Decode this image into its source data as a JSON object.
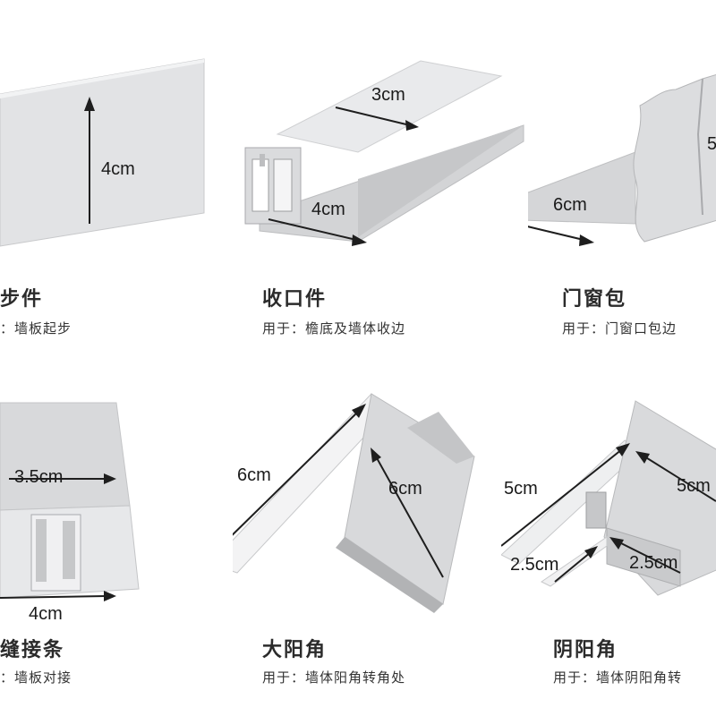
{
  "products": [
    {
      "id": "qibu",
      "title": "步件",
      "desc": "：墙板起步",
      "dims": [
        "4cm"
      ]
    },
    {
      "id": "shoukou",
      "title": "收口件",
      "desc": "用于：檐底及墙体收边",
      "dims": [
        "3cm",
        "4cm"
      ]
    },
    {
      "id": "menchuang",
      "title": "门窗包",
      "desc": "用于：门窗口包边",
      "dims": [
        "6cm",
        "5"
      ]
    },
    {
      "id": "fengjie",
      "title": "缝接条",
      "desc": "：墙板对接",
      "dims": [
        "3.5cm",
        "4cm"
      ]
    },
    {
      "id": "dayang",
      "title": "大阳角",
      "desc": "用于：墙体阳角转角处",
      "dims": [
        "6cm",
        "6cm"
      ]
    },
    {
      "id": "yinyang",
      "title": "阴阳角",
      "desc": "用于：墙体阴阳角转",
      "dims": [
        "5cm",
        "5cm",
        "2.5cm",
        "2.5cm"
      ]
    }
  ],
  "colors": {
    "metal_light": "#e4e5e7",
    "metal_mid": "#c9cacc",
    "metal_dark": "#a9aaad",
    "arrow": "#1e1e1e"
  }
}
